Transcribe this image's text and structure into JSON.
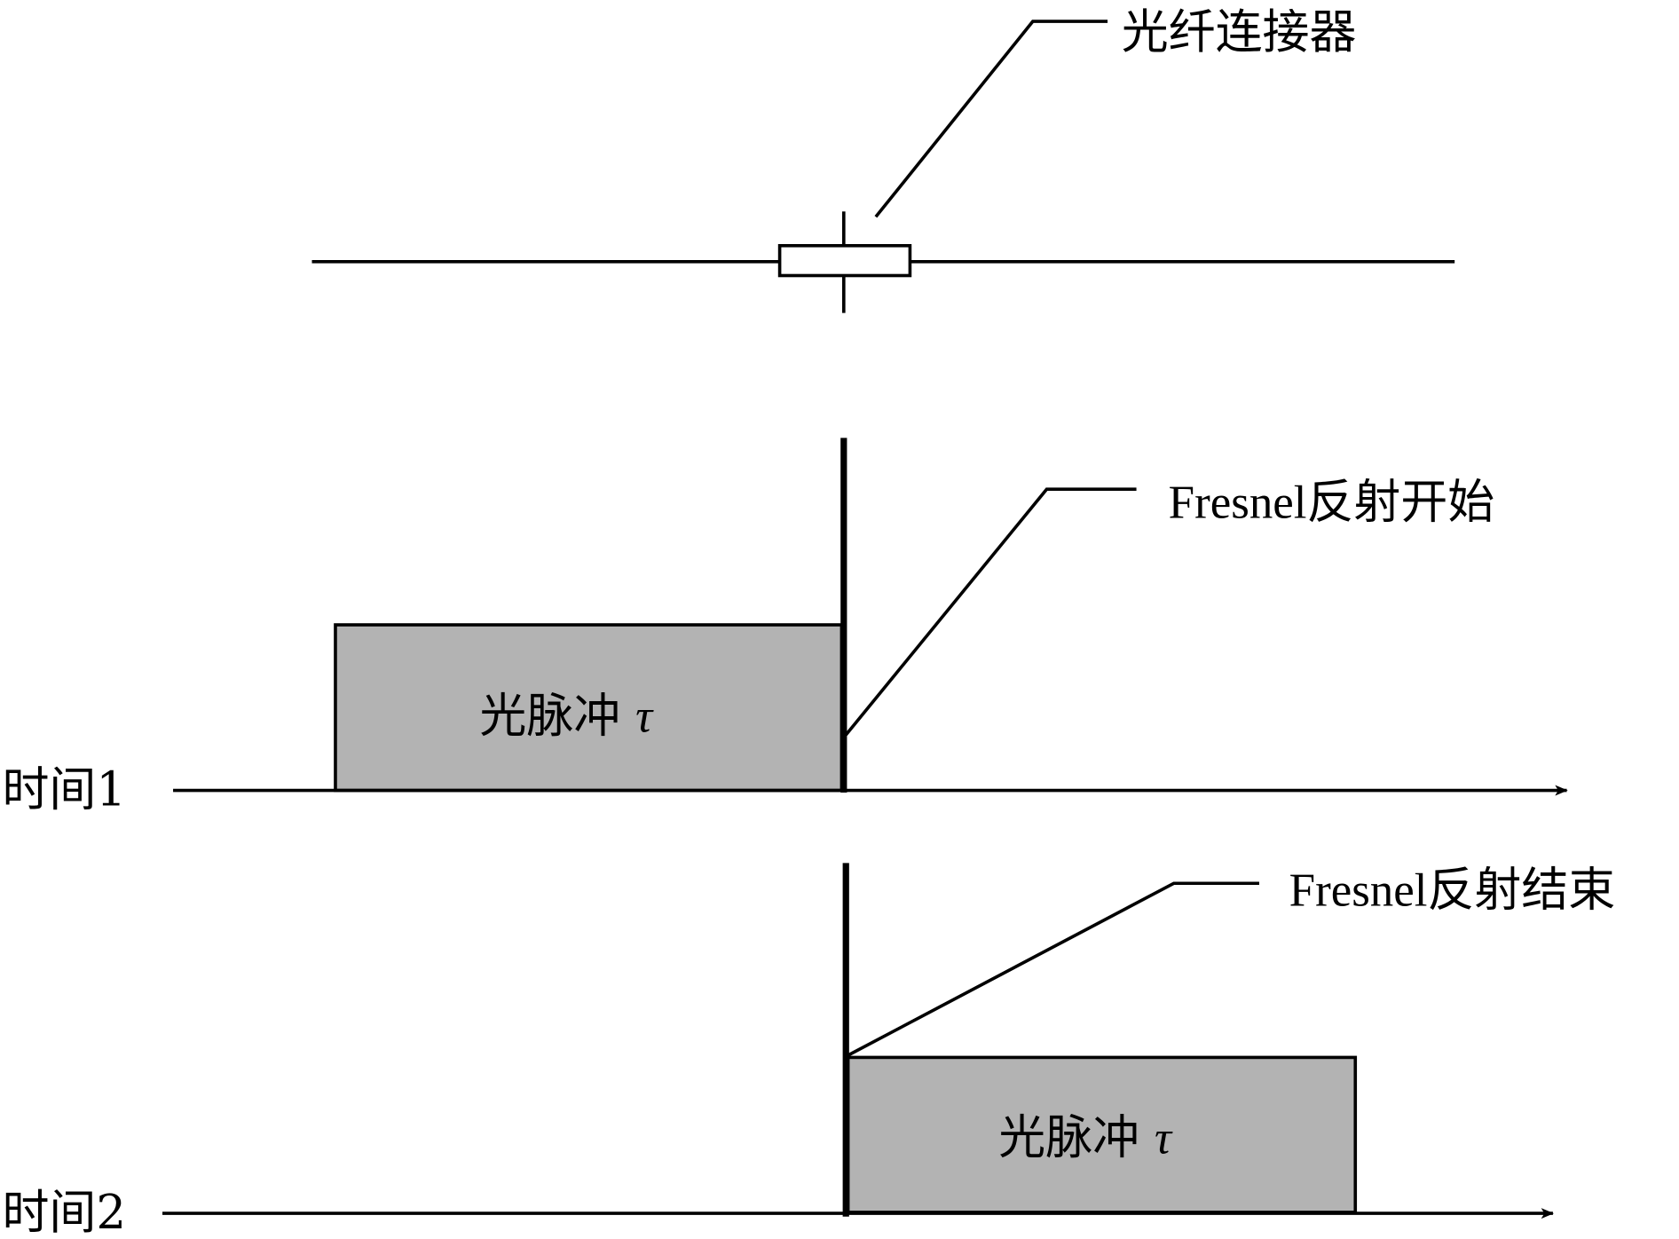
{
  "diagram": {
    "connector_label": "光纤连接器",
    "fresnel_start_label_prefix": "Fresnel",
    "fresnel_start_label_suffix": "反射开始",
    "fresnel_end_label_prefix": "Fresnel",
    "fresnel_end_label_suffix": "反射结束",
    "time1": {
      "axis_label": "时间1",
      "pulse_label": "光脉冲",
      "pulse_symbol": "τ"
    },
    "time2": {
      "axis_label": "时间2",
      "pulse_label": "光脉冲",
      "pulse_symbol": "τ"
    },
    "colors": {
      "pulse_fill": "#b3b3b3",
      "line": "#000000"
    }
  }
}
